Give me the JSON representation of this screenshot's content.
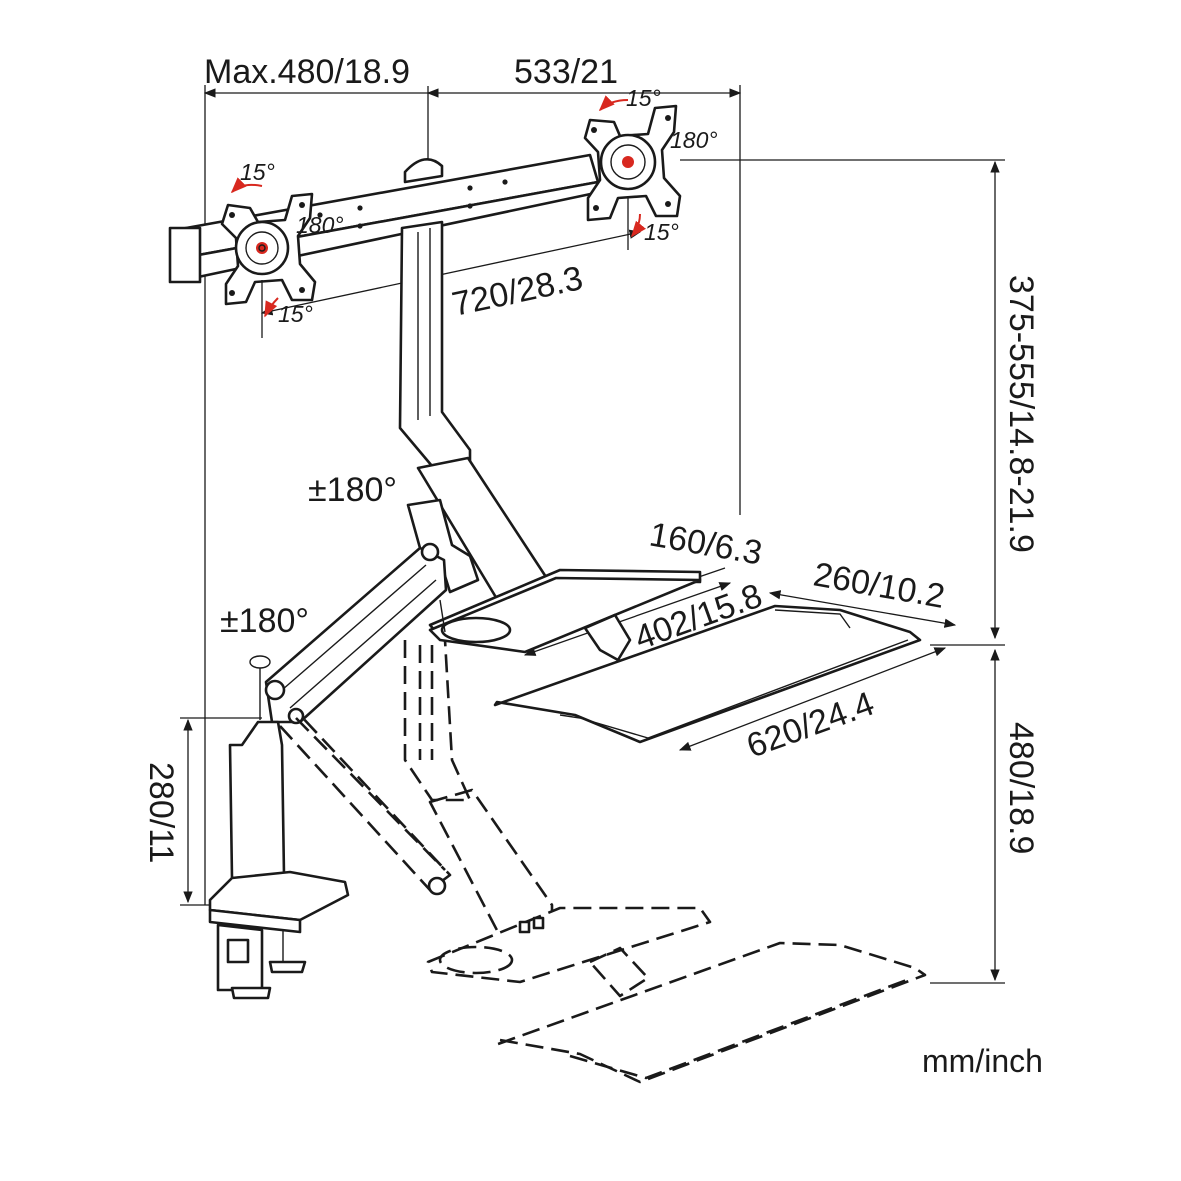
{
  "figure": {
    "unit_label": "mm/inch",
    "dimensions": {
      "arm_extension": "Max.480/18.9",
      "bar_half_width": "533/21",
      "bar_length": "720/28.3",
      "height_range": "375-555/14.8-21.9",
      "lowered_height": "480/18.9",
      "base_height": "280/11",
      "tray_depth": "160/6.3",
      "keyboard_depth": "260/10.2",
      "tray_width": "402/15.8",
      "keyboard_width": "620/24.4"
    },
    "angles": {
      "left_tilt_up": "15°",
      "left_rotate": "180°",
      "left_tilt_down": "15°",
      "right_tilt_up": "15°",
      "right_rotate": "180°",
      "right_tilt_down": "15°",
      "upper_swivel": "±180°",
      "lower_swivel": "±180°"
    }
  }
}
